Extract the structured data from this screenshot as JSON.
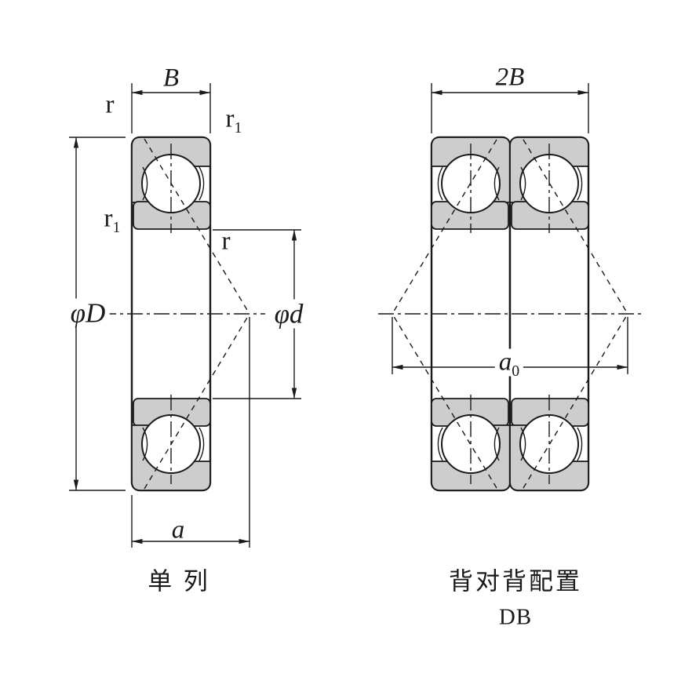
{
  "colors": {
    "line": "#1a1a1a",
    "ring_fill": "#cdcdcd",
    "background": "#ffffff"
  },
  "single": {
    "caption": "单 列",
    "labels": {
      "B": "B",
      "r_top": "r",
      "r1_top": {
        "base": "r",
        "sub": "1"
      },
      "r1_side": {
        "base": "r",
        "sub": "1"
      },
      "r_inner": "r",
      "phi_D": "φD",
      "phi_d": "φd",
      "a": "a"
    }
  },
  "db": {
    "caption": "背对背配置",
    "designation": "DB",
    "labels": {
      "two_B": "2B",
      "a0": {
        "base": "a",
        "sub": "0"
      }
    }
  }
}
